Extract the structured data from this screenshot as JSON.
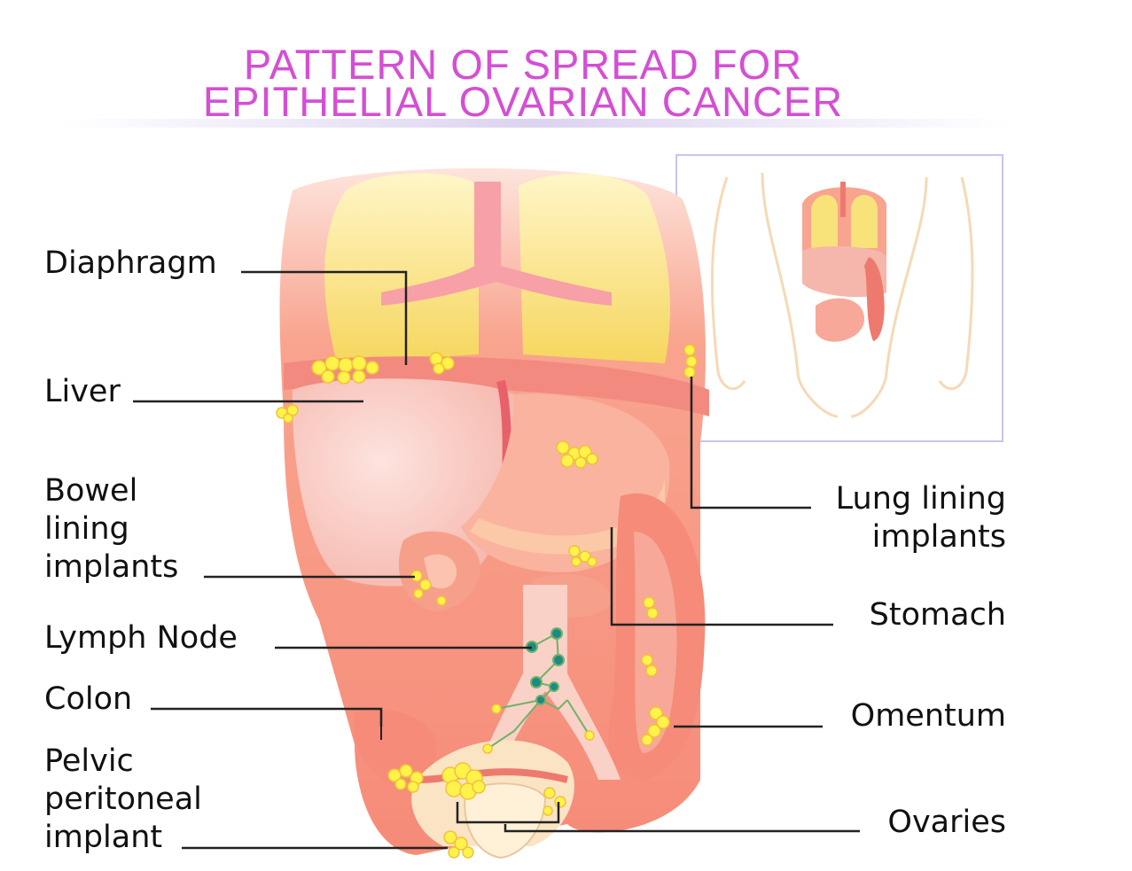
{
  "title": {
    "line1": "PATTERN OF SPREAD FOR",
    "line2": "EPITHELIAL OVARIAN CANCER"
  },
  "labels": {
    "diaphragm": "Diaphragm",
    "liver": "Liver",
    "bowel": "Bowel\nlining\nimplants",
    "lymph": "Lymph Node",
    "colon": "Colon",
    "pelvic": "Pelvic\nperitoneal\nimplant",
    "lung": "Lung lining\nimplants",
    "stomach": "Stomach",
    "omentum": "Omentum",
    "ovaries": "Ovaries"
  },
  "colors": {
    "title": "#d44fd4",
    "organ": "#f7a898",
    "organ_dark": "#ee7a6f",
    "lung": "#f8e27a",
    "implant": "#fff24a",
    "lymph": "#1e8a84"
  }
}
